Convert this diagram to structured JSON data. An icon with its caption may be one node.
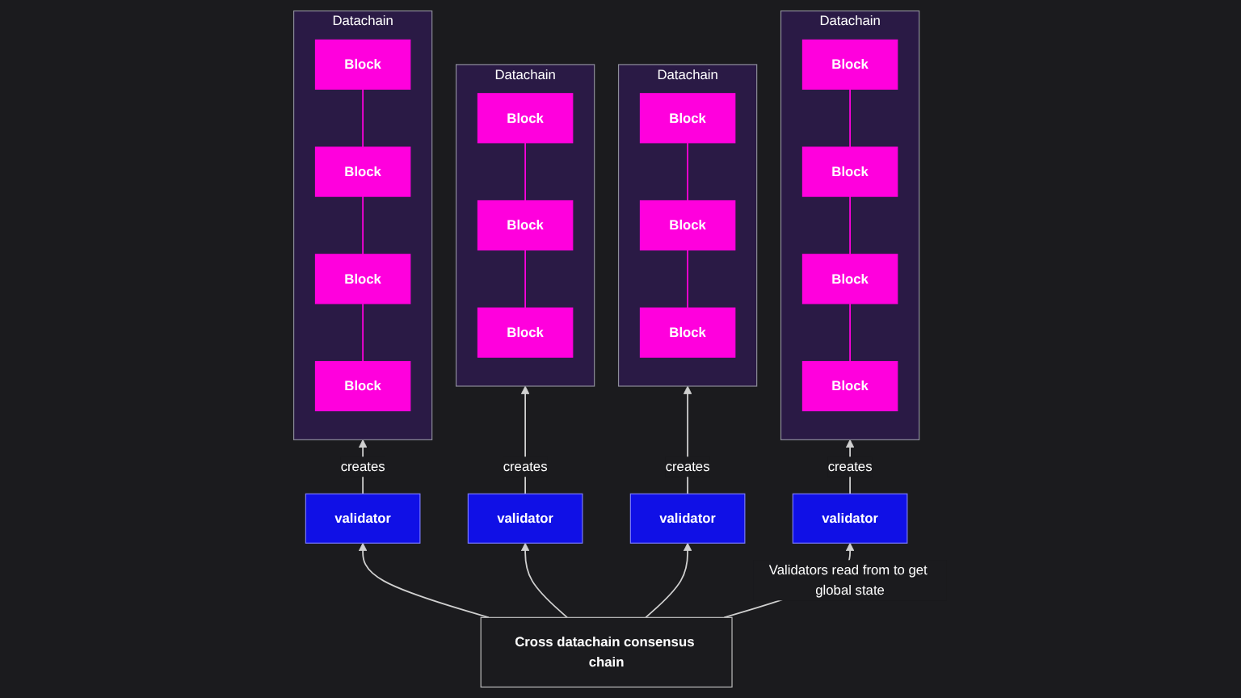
{
  "diagram": {
    "nodes": [
      {
        "text": [
          "Datachain"
        ]
      },
      {
        "text": [
          "Block"
        ],
        "in": 0
      },
      {
        "text": [
          "Block"
        ],
        "in": 0
      },
      {
        "text": [
          "Block"
        ],
        "in": 0
      },
      {
        "text": [
          "Block"
        ],
        "in": 0
      },
      {
        "text": [
          "Datachain"
        ]
      },
      {
        "text": [
          "Block"
        ],
        "in": 5
      },
      {
        "text": [
          "Block"
        ],
        "in": 5
      },
      {
        "text": [
          "Block"
        ],
        "in": 5
      },
      {
        "text": [
          "Datachain"
        ]
      },
      {
        "text": [
          "Block"
        ],
        "in": 9
      },
      {
        "text": [
          "Block"
        ],
        "in": 9
      },
      {
        "text": [
          "Block"
        ],
        "in": 9
      },
      {
        "text": [
          "Datachain"
        ]
      },
      {
        "text": [
          "Block"
        ],
        "in": 13
      },
      {
        "text": [
          "Block"
        ],
        "in": 13
      },
      {
        "text": [
          "Block"
        ],
        "in": 13
      },
      {
        "text": [
          "Block"
        ],
        "in": 13
      },
      {
        "text": [
          "Cross datachain consensus chain"
        ]
      },
      {
        "text": [
          "validator"
        ]
      },
      {
        "text": [
          "validator"
        ]
      },
      {
        "text": [
          "validator"
        ]
      },
      {
        "text": [
          "validator"
        ]
      }
    ],
    "edges": [
      {
        "from": 1,
        "to": 2,
        "arrow": "none"
      },
      {
        "from": 2,
        "to": 3,
        "arrow": "none"
      },
      {
        "from": 3,
        "to": 4,
        "arrow": "none"
      },
      {
        "from": 6,
        "to": 7,
        "arrow": "none"
      },
      {
        "from": 7,
        "to": 8,
        "arrow": "none"
      },
      {
        "from": 10,
        "to": 11,
        "arrow": "none"
      },
      {
        "from": 11,
        "to": 12,
        "arrow": "none"
      },
      {
        "from": 14,
        "to": 15,
        "arrow": "none"
      },
      {
        "from": 15,
        "to": 16,
        "arrow": "none"
      },
      {
        "from": 16,
        "to": 17,
        "arrow": "none"
      },
      {
        "from": 19,
        "to": 0,
        "arrow": "to",
        "label": "creates",
        "color": "#d0d0d0"
      },
      {
        "from": 20,
        "to": 5,
        "arrow": "to",
        "label": "creates",
        "color": "#d0d0d0"
      },
      {
        "from": 21,
        "to": 9,
        "arrow": "to",
        "label": "creates",
        "color": "#d0d0d0"
      },
      {
        "from": 22,
        "to": 13,
        "arrow": "to",
        "label": "creates",
        "color": "#d0d0d0"
      },
      {
        "from": 18,
        "to": 19,
        "arrow": "to",
        "color": "#d0d0d0"
      },
      {
        "from": 18,
        "to": 20,
        "arrow": "to",
        "color": "#d0d0d0"
      },
      {
        "from": 18,
        "to": 21,
        "arrow": "to",
        "color": "#d0d0d0"
      },
      {
        "from": 18,
        "to": 22,
        "arrow": "to",
        "label": "Validators read from to get global state",
        "color": "#d0d0d0"
      }
    ]
  }
}
